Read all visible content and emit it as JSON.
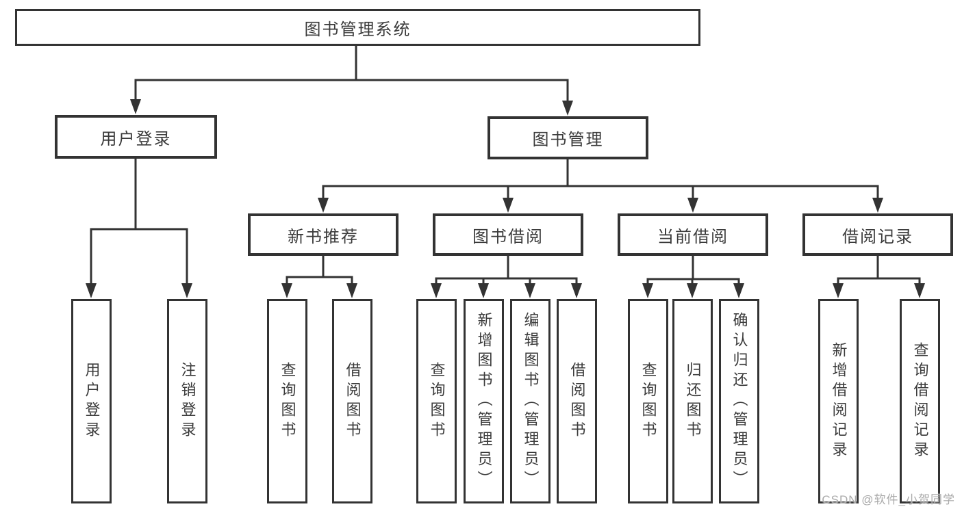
{
  "colors": {
    "line": "#333333",
    "text": "#3b3b3b",
    "watermark_text": "#a9a9a9",
    "background": "#ffffff"
  },
  "nodes": {
    "root": {
      "label": "图书管理系统"
    },
    "user_login": {
      "label": "用户登录"
    },
    "book_mgmt": {
      "label": "图书管理"
    },
    "new_book_rec": {
      "label": "新书推荐"
    },
    "book_borrow": {
      "label": "图书借阅"
    },
    "current_borrow": {
      "label": "当前借阅"
    },
    "borrow_records": {
      "label": "借阅记录"
    },
    "leaf_user_login": {
      "label": "用户登录"
    },
    "leaf_logout": {
      "label": "注销登录"
    },
    "leaf_query_book_rec": {
      "label": "查询图书"
    },
    "leaf_borrow_book_rec": {
      "label": "借阅图书"
    },
    "leaf_query_book_borrow": {
      "label": "查询图书"
    },
    "leaf_add_book": {
      "label": "新增图书（管理员）"
    },
    "leaf_edit_book": {
      "label": "编辑图书（管理员）"
    },
    "leaf_borrow_book_borrow": {
      "label": "借阅图书"
    },
    "leaf_query_book_current": {
      "label": "查询图书"
    },
    "leaf_return_book": {
      "label": "归还图书"
    },
    "leaf_confirm_return": {
      "label": "确认归还（管理员）"
    },
    "leaf_add_borrow_record": {
      "label": "新增借阅记录"
    },
    "leaf_query_borrow_record": {
      "label": "查询借阅记录"
    }
  },
  "watermark": {
    "text": "CSDN @软件_小贺同学"
  }
}
